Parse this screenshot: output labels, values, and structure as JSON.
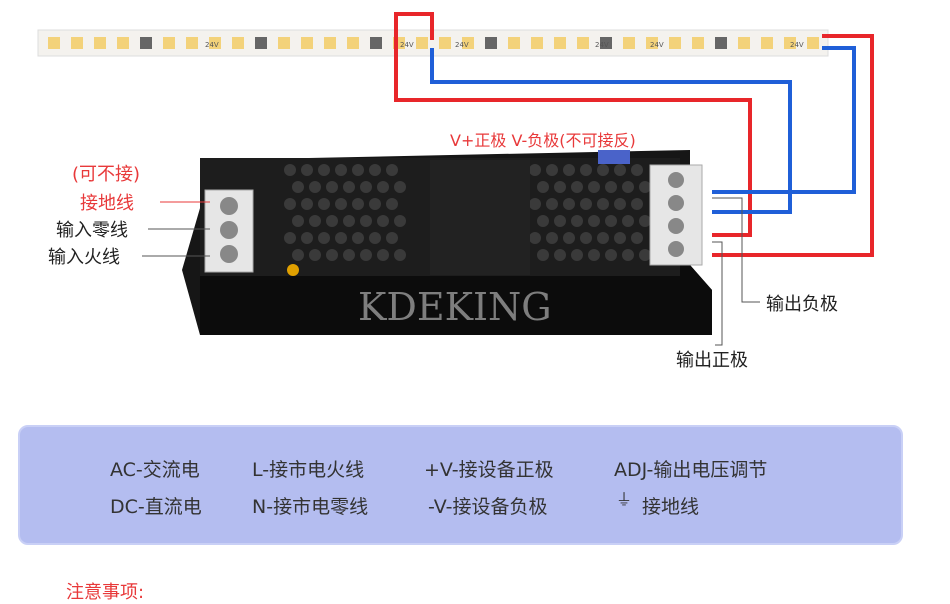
{
  "strip": {
    "voltage_label": "24V"
  },
  "polarity_note": "V+正极  V-负极(不可接反)",
  "input_labels": {
    "optional": "(可不接)",
    "ground": "接地线",
    "neutral": "输入零线",
    "live": "输入火线"
  },
  "output_labels": {
    "negative": "输出负极",
    "positive": "输出正极"
  },
  "watermark": "KDEKING",
  "legend": {
    "row1": [
      "AC-交流电",
      "L-接市电火线",
      "+V-接设备正极",
      "ADJ-输出电压调节"
    ],
    "row2": [
      "DC-直流电",
      "N-接市电零线",
      "-V-接设备负极",
      "接地线"
    ]
  },
  "notice_title": "注意事项:",
  "colors": {
    "positive_wire": "#e8262a",
    "negative_wire": "#1f5fd8",
    "legend_bg": "#b4bdf0"
  }
}
